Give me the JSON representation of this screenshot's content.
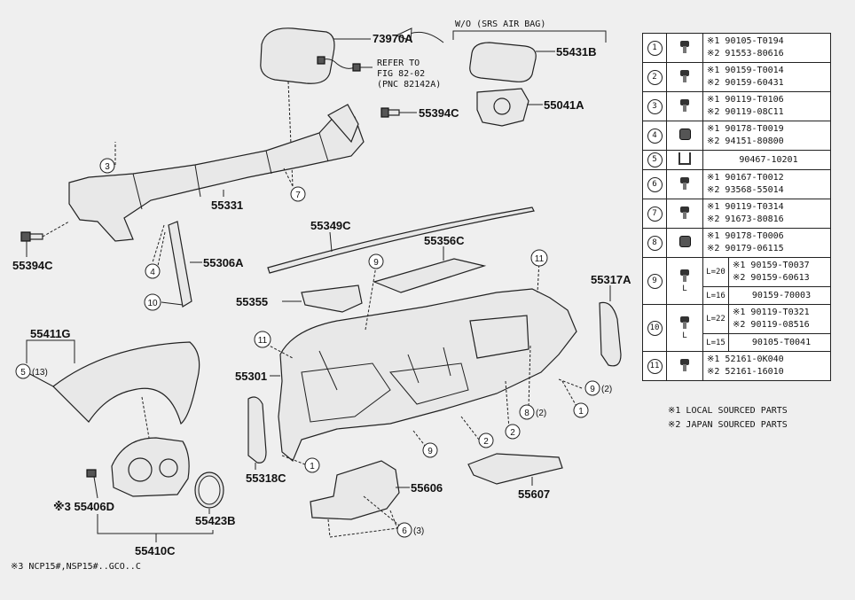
{
  "header": {
    "without_srs_label": "W/O (SRS AIR BAG)"
  },
  "refer_note": {
    "line1": "REFER TO",
    "line2": "FIG 82-02",
    "line3": "(PNC 82142A)"
  },
  "parts": {
    "p73970A": "73970A",
    "p55431B": "55431B",
    "p55041A": "55041A",
    "p55394C_top": "55394C",
    "p55394C_left": "55394C",
    "p55331": "55331",
    "p55306A": "55306A",
    "p55349C": "55349C",
    "p55356C": "55356C",
    "p55355": "55355",
    "p55317A": "55317A",
    "p55411G": "55411G",
    "p55301": "55301",
    "p55318C": "55318C",
    "p55606": "55606",
    "p55607": "55607",
    "p55406D": "※3 55406D",
    "p55423B": "55423B",
    "p55410C": "55410C"
  },
  "callouts": {
    "c3": "3",
    "c7": "7",
    "c4": "4",
    "c10": "10",
    "c9a": "9",
    "c11a": "11",
    "c11b": "11",
    "c5": "5",
    "c5qty": "(13)",
    "c9b": "9",
    "c9bqty": "(2)",
    "c8": "8",
    "c8qty": "(2)",
    "c1a": "1",
    "c2a": "2",
    "c2b": "2",
    "c9c": "9",
    "c1b": "1",
    "c6": "6",
    "c6qty": "(3)"
  },
  "fastener_table": {
    "rows": [
      {
        "idx": "1",
        "icon": "bolt",
        "lines": [
          "※1  90105-T0194",
          "※2  91553-80616"
        ]
      },
      {
        "idx": "2",
        "icon": "bolt",
        "lines": [
          "※1  90159-T0014",
          "※2  90159-60431"
        ]
      },
      {
        "idx": "3",
        "icon": "bolt",
        "lines": [
          "※1  90119-T0106",
          "※2  90119-08C11"
        ]
      },
      {
        "idx": "4",
        "icon": "nut",
        "lines": [
          "※1  90178-T0019",
          "※2  94151-80800"
        ]
      },
      {
        "idx": "5",
        "icon": "clip",
        "lines": [
          "90467-10201"
        ]
      },
      {
        "idx": "6",
        "icon": "bolt",
        "lines": [
          "※1  90167-T0012",
          "※2  93568-55014"
        ]
      },
      {
        "idx": "7",
        "icon": "bolt",
        "lines": [
          "※1  90119-T0314",
          "※2  91673-80816"
        ]
      },
      {
        "idx": "8",
        "icon": "nut",
        "lines": [
          "※1  90178-T0006",
          "※2  90179-06115"
        ]
      },
      {
        "idx": "11",
        "icon": "bolt",
        "lines": [
          "※1  52161-0K040",
          "※2  52161-16010"
        ]
      }
    ],
    "row9": {
      "idx": "9",
      "l_symbol": "L",
      "sub": [
        {
          "len": "L=20",
          "lines": [
            "※1  90159-T0037",
            "※2  90159-60613"
          ]
        },
        {
          "len": "L=16",
          "lines": [
            "90159-70003"
          ]
        }
      ]
    },
    "row10": {
      "idx": "10",
      "l_symbol": "L",
      "sub": [
        {
          "len": "L=22",
          "lines": [
            "※1  90119-T0321",
            "※2  90119-08516"
          ]
        },
        {
          "len": "L=15",
          "lines": [
            "90105-T0041"
          ]
        }
      ]
    }
  },
  "legend": {
    "local": "※1  LOCAL  SOURCED  PARTS",
    "japan": "※2  JAPAN  SOURCED  PARTS"
  },
  "footnote": "※3 NCP15#,NSP15#..GCO..C"
}
